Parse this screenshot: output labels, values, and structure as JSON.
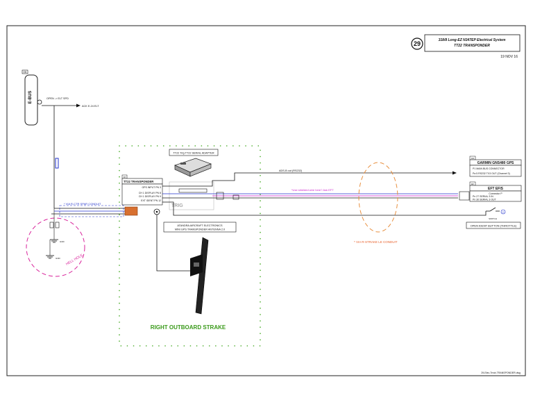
{
  "title_block": {
    "sheet_number": "29",
    "title_line1": "318/8 Long-EZ N347EP Electrical System",
    "title_line2": "TT22 TRANSPONDER",
    "date": "19 NOV 16",
    "filename": "29-Elec-Trndr-TRANSPONDER.dwg"
  },
  "ebus": {
    "label": "E-BUS",
    "tag": "EB",
    "breaker_label": "OPEN -> ELT SPD",
    "ack_label": "ACK E-24 ELT",
    "conduit_label": "* VIA R-CTR SPAR CONDUIT",
    "ground_label": "GND",
    "hell_hole_label": "HELL HOLE"
  },
  "strake": {
    "label": "RIGHT OUTBOARD STRAKE",
    "conduit_label": "* VIA R-STRAKE LE CONDUIT"
  },
  "transponder": {
    "tag": "XP",
    "title": "TT22 TRANSPONDER",
    "pins": [
      "GPS INPUT PN 3",
      "CH 1 DISPLAY PN 8",
      "CH 1 DISPLAY PN 9",
      "EXT IDENT PN 12"
    ]
  },
  "serial_adapter": {
    "title": "TT22 Trig TT22 SERIAL ADAPTER"
  },
  "antenna": {
    "title_line1": "ATANDRA AIRCRAFT ELECTRONICS",
    "title_line2": "MINI GPS TRANSPONDER ANTENNA 2.0"
  },
  "wires": {
    "gps_label": "ADS-B out (RS232)",
    "note_label": "*Use shielded wire here? Ask EFT"
  },
  "gns": {
    "tag": "GN",
    "title": "GARMIN GNS480 GPS",
    "sub": "P1 MAIN BUS CONNECTOR",
    "pin": "Pa 5 RS232 TX3 OUT (Channel 3)"
  },
  "efis": {
    "tag": "EF",
    "title": "EFT EFIS",
    "sub": "Connector P",
    "pins": [
      "Pn 27 SERIAL 3 IN",
      "Pn 30 SERIAL 3 OUT"
    ]
  },
  "ident": {
    "tag": "ID",
    "switch_label": "SWITCH",
    "title": "OPEN IDENT BUTTON (THROTTLE)"
  },
  "colors": {
    "wire_black": "#111111",
    "wire_blue": "#2233cc",
    "wire_pink": "#cc22cc",
    "green_text": "#3a9a1a",
    "dot_green": "#44aa22",
    "conduit_orange": "#e89040",
    "hell_hole_magenta": "#d8209a"
  }
}
